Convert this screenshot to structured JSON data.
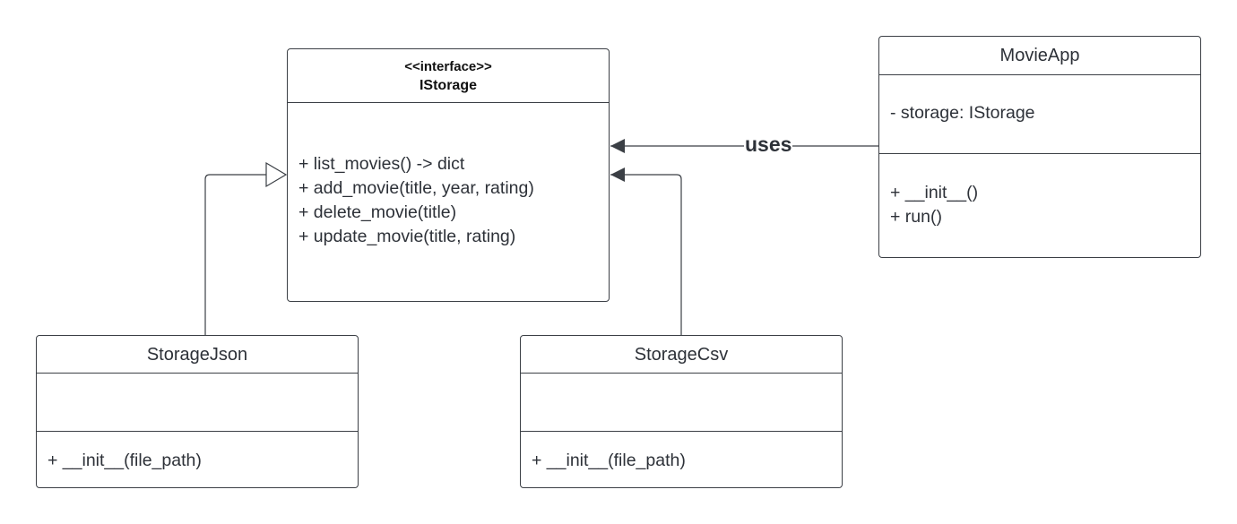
{
  "interface_box": {
    "stereotype": "<<interface>>",
    "name": "IStorage",
    "methods": [
      "+ list_movies() -> dict",
      "+ add_movie(title, year, rating)",
      "+ delete_movie(title)",
      "+ update_movie(title, rating)"
    ]
  },
  "movie_app": {
    "name": "MovieApp",
    "attributes": [
      "- storage: IStorage"
    ],
    "methods": [
      "+ __init__()",
      "+ run()"
    ]
  },
  "storage_json": {
    "name": "StorageJson",
    "methods": [
      "+ __init__(file_path)"
    ]
  },
  "storage_csv": {
    "name": "StorageCsv",
    "methods": [
      "+ __init__(file_path)"
    ]
  },
  "relations": {
    "uses_label": "uses"
  },
  "colors": {
    "line": "#3b3f45",
    "text": "#2d3138",
    "background": "#ffffff"
  }
}
